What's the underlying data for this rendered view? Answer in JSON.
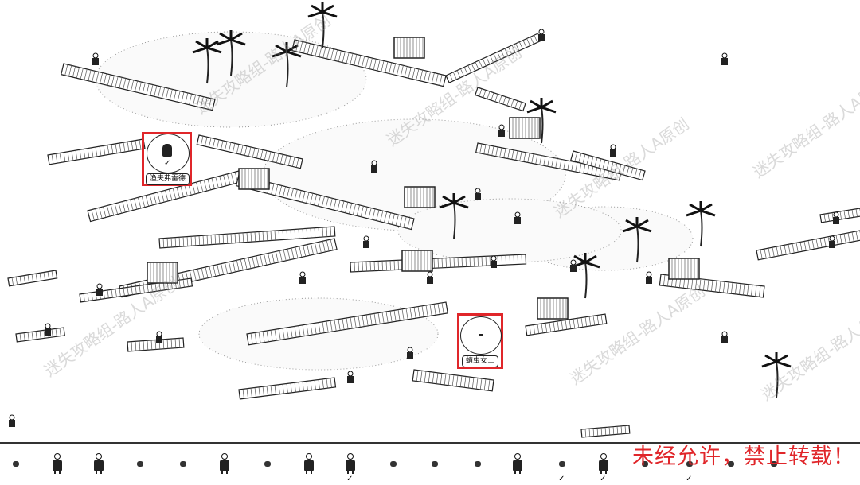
{
  "found_popups": [
    {
      "label": "渔夫弗雷德",
      "found": true
    },
    {
      "label": "蜻虫女士",
      "found": false
    }
  ],
  "watermark": "迷失攻略组-路人A原创",
  "notice": "未经允许，禁止转载！",
  "target_bar": {
    "items": [
      {
        "icon": "bird-icon",
        "found": false
      },
      {
        "icon": "person-icon",
        "found": false
      },
      {
        "icon": "person-icon",
        "found": false
      },
      {
        "icon": "flag-icon",
        "found": false
      },
      {
        "icon": "bird-icon",
        "found": false
      },
      {
        "icon": "person-icon",
        "found": false
      },
      {
        "icon": "fish-icon",
        "found": false
      },
      {
        "icon": "person-icon",
        "found": false
      },
      {
        "icon": "person-icon",
        "found": true
      },
      {
        "icon": "bucket-icon",
        "found": false
      },
      {
        "icon": "bug-icon",
        "found": false
      },
      {
        "icon": "star-icon",
        "found": false
      },
      {
        "icon": "person-icon",
        "found": false
      },
      {
        "icon": "fisherman-icon",
        "found": true
      },
      {
        "icon": "person-icon",
        "found": true
      },
      {
        "icon": "flag-icon",
        "found": false
      },
      {
        "icon": "bird-icon",
        "found": true
      },
      {
        "icon": "fish-icon",
        "found": false
      },
      {
        "icon": "bird-icon",
        "found": false
      }
    ]
  }
}
